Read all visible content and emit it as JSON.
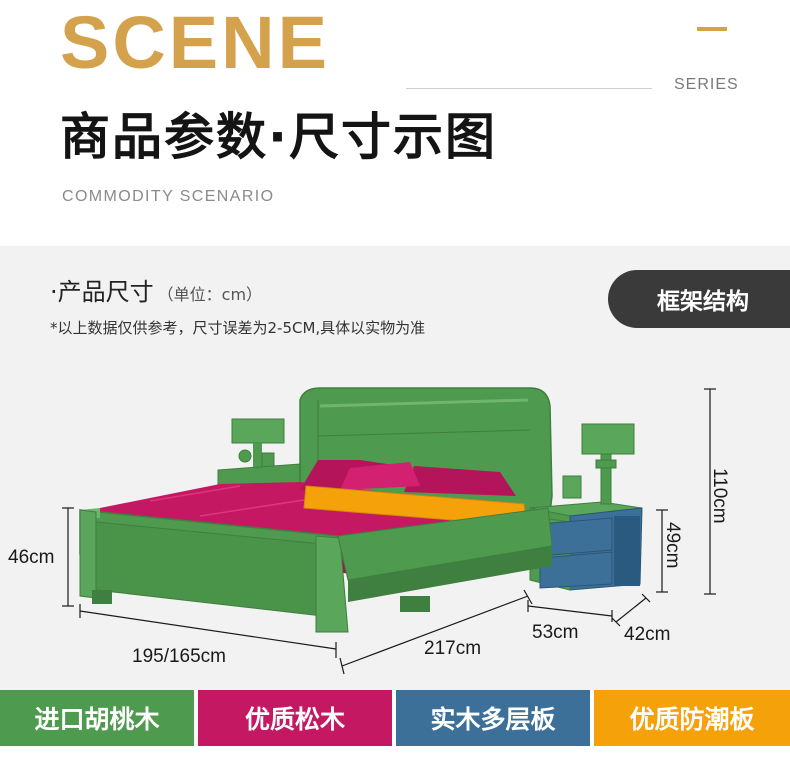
{
  "header": {
    "scene_word": "SCENE",
    "series_label": "SERIES",
    "title": "商品参数·尺寸示图",
    "subtitle": "COMMODITY SCENARIO",
    "accent_color": "#d4a24c"
  },
  "size_section": {
    "title": "·产品尺寸",
    "unit": "（单位：cm）",
    "note": "*以上数据仅供参考，尺寸误差为2-5CM,具体以实物为准",
    "frame_button_label": "框架结构"
  },
  "dimensions": {
    "bed_height": "46cm",
    "headboard_height": "110cm",
    "nightstand_height": "49cm",
    "bed_width": "195/165cm",
    "bed_length": "217cm",
    "nightstand_width": "53cm",
    "nightstand_depth": "42cm"
  },
  "legend": [
    {
      "label": "进口胡桃木",
      "color": "#4e9a4e"
    },
    {
      "label": "优质松木",
      "color": "#c41863"
    },
    {
      "label": "实木多层板",
      "color": "#3c7098"
    },
    {
      "label": "优质防潮板",
      "color": "#f5a10a"
    }
  ]
}
